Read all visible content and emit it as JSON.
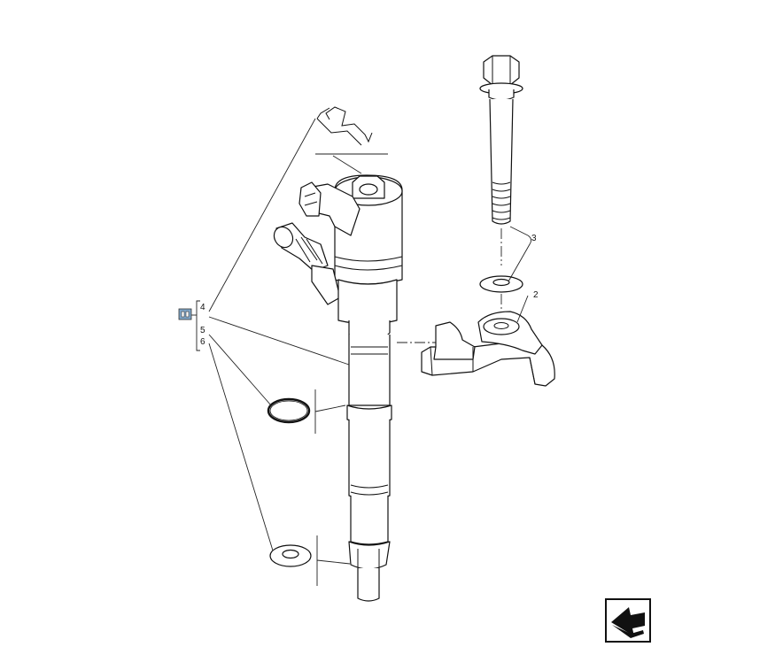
{
  "diagram": {
    "callouts": [
      "2",
      "3",
      "4",
      "5",
      "6"
    ],
    "group_marker_color": "#7fa6c9",
    "icons": [
      "assembly-group-icon",
      "exit-arrow-icon"
    ]
  }
}
